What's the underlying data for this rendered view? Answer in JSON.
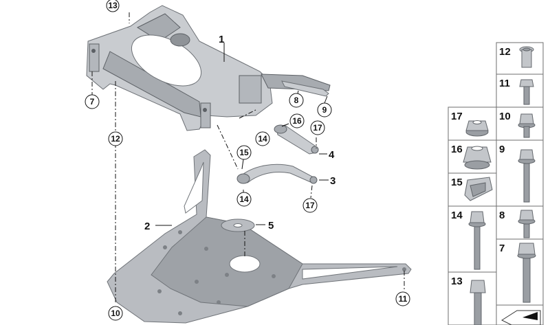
{
  "callouts": {
    "c1": "1",
    "c2": "2",
    "c3": "3",
    "c4": "4",
    "c5": "5",
    "c7": "7",
    "c8": "8",
    "c9": "9",
    "c10": "10",
    "c11": "11",
    "c12": "12",
    "c13": "13",
    "c14a": "14",
    "c14b": "14",
    "c15": "15",
    "c16": "16",
    "c17a": "17",
    "c17b": "17"
  },
  "parts_grid": {
    "c12": "12",
    "c11": "11",
    "c17": "17",
    "c10": "10",
    "c16": "16",
    "c9": "9",
    "c15": "15",
    "c14": "14",
    "c8": "8",
    "c7": "7",
    "c13": "13"
  },
  "colors": {
    "metal": "#c9ccd0",
    "metal_dark": "#a7abb0",
    "outline": "#6b6f74",
    "ink": "#111111"
  }
}
